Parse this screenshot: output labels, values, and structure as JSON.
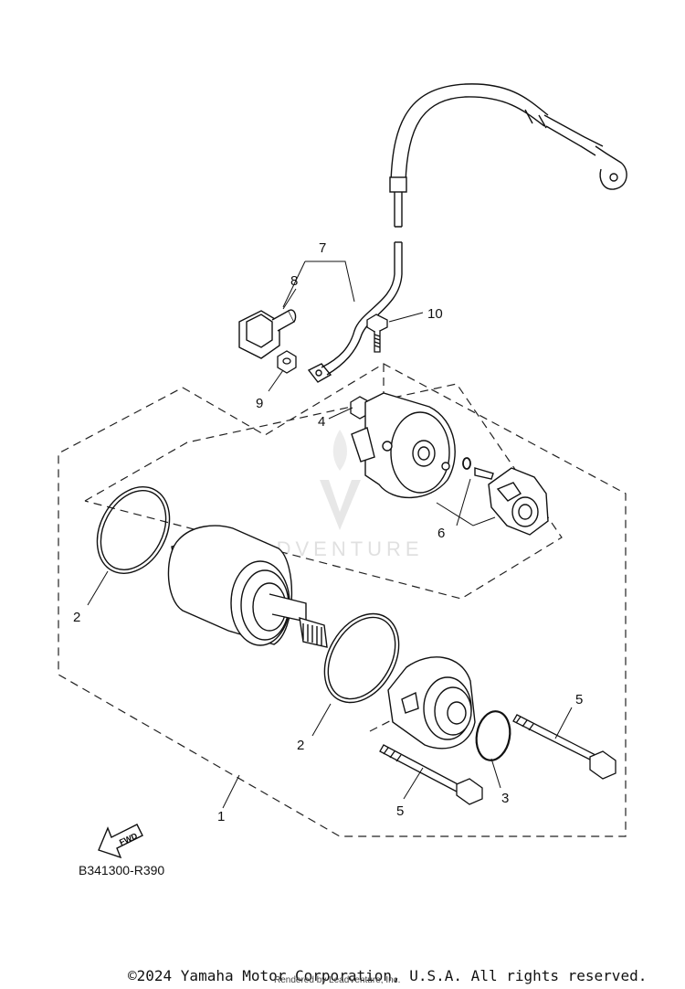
{
  "diagram": {
    "callouts": [
      "1",
      "2",
      "2",
      "3",
      "4",
      "5",
      "5",
      "6",
      "7",
      "8",
      "9",
      "10"
    ],
    "fwd_label": "FWD",
    "reference_code": "B341300-R390",
    "watermark": "LEADVENTURE"
  },
  "footer": {
    "copyright": "©2024 Yamaha Motor Corporation, U.S.A. All rights reserved.",
    "rendered_by": "Rendered by LeadVenture, Inc."
  }
}
